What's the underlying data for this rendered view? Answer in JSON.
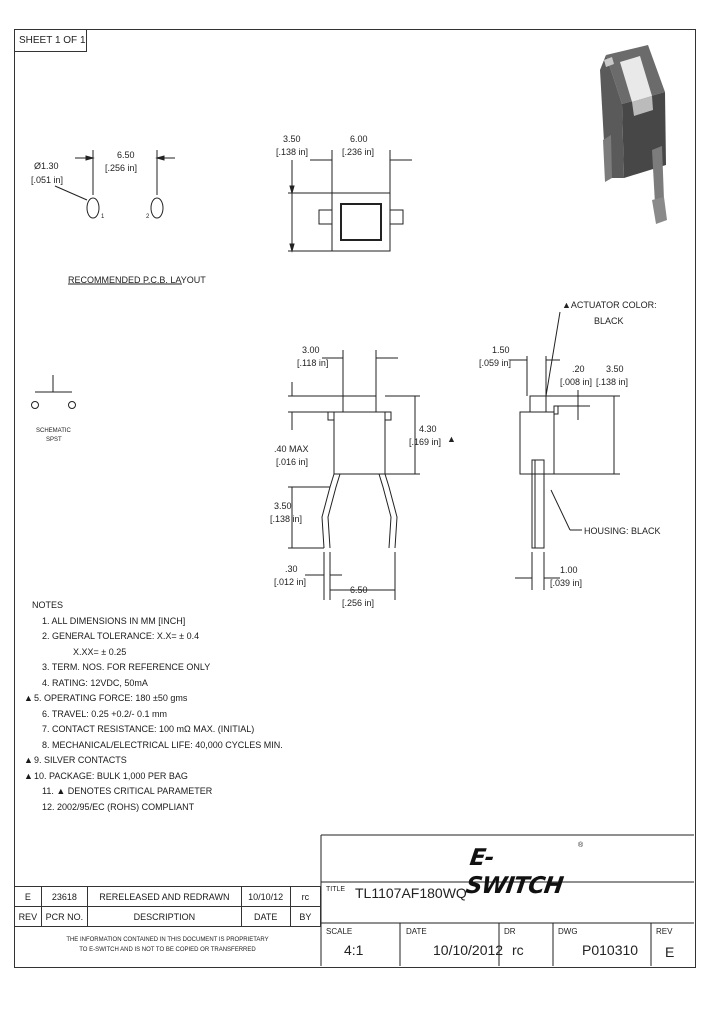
{
  "sheet_label": "SHEET 1 OF 1",
  "pcb": {
    "hole_dia_mm": "Ø1.30",
    "hole_dia_in": "[.051 in]",
    "pitch_mm": "6.50",
    "pitch_in": "[.256 in]",
    "pin1": "1",
    "pin2": "2",
    "caption": "RECOMMENDED P.C.B. LAYOUT"
  },
  "top_view": {
    "dim1_mm": "3.50",
    "dim1_in": "[.138 in]",
    "dim2_mm": "6.00",
    "dim2_in": "[.236 in]"
  },
  "schematic": {
    "label1": "SCHEMATIC",
    "label2": "SPST"
  },
  "front_view": {
    "w_mm": "3.00",
    "w_in": "[.118 in]",
    "maxh_mm": ".40 MAX",
    "maxh_in": "[.016 in]",
    "h_mm": "4.30",
    "h_in": "[.169 in]",
    "pin_mm": "3.50",
    "pin_in": "[.138 in]",
    "t_mm": ".30",
    "t_in": "[.012 in]",
    "pitch_mm": "6.50",
    "pitch_in": "[.256 in]"
  },
  "side_view": {
    "actuator_color_1": "ACTUATOR COLOR:",
    "actuator_color_2": "BLACK",
    "a_mm": "1.50",
    "a_in": "[.059 in]",
    "b_mm": ".20",
    "b_in": "[.008 in]",
    "c_mm": "3.50",
    "c_in": "[.138 in]",
    "housing": "HOUSING: BLACK",
    "d_mm": "1.00",
    "d_in": "[.039 in]"
  },
  "notes": {
    "title": "NOTES",
    "items": [
      {
        "num": "1.",
        "crit": false,
        "text": "ALL DIMENSIONS IN MM [INCH]"
      },
      {
        "num": "2.",
        "crit": false,
        "text": "GENERAL TOLERANCE: X.X= ± 0.4"
      },
      {
        "num": "",
        "crit": false,
        "text": "X.XX= ± 0.25"
      },
      {
        "num": "3.",
        "crit": false,
        "text": "TERM. NOS. FOR REFERENCE ONLY"
      },
      {
        "num": "4.",
        "crit": false,
        "text": "RATING: 12VDC, 50mA"
      },
      {
        "num": "5.",
        "crit": true,
        "text": "OPERATING FORCE: 180 ±50 gms"
      },
      {
        "num": "6.",
        "crit": false,
        "text": "TRAVEL: 0.25 +0.2/- 0.1 mm"
      },
      {
        "num": "7.",
        "crit": false,
        "text": "CONTACT RESISTANCE: 100 mΩ MAX. (INITIAL)"
      },
      {
        "num": "8.",
        "crit": false,
        "text": "MECHANICAL/ELECTRICAL LIFE: 40,000 CYCLES MIN."
      },
      {
        "num": "9.",
        "crit": true,
        "text": "SILVER CONTACTS"
      },
      {
        "num": "10.",
        "crit": true,
        "text": "PACKAGE: BULK 1,000 PER BAG"
      },
      {
        "num": "11.",
        "crit": false,
        "text": "▲ DENOTES CRITICAL PARAMETER"
      },
      {
        "num": "12.",
        "crit": false,
        "text": "2002/95/EC (ROHS) COMPLIANT"
      }
    ]
  },
  "revision": {
    "row": [
      "E",
      "23618",
      "RERELEASED AND REDRAWN",
      "10/10/12",
      "rc"
    ],
    "header": [
      "REV",
      "PCR NO.",
      "DESCRIPTION",
      "DATE",
      "BY"
    ],
    "notice_1": "THE INFORMATION CONTAINED IN THIS DOCUMENT IS PROPRIETARY",
    "notice_2": "TO E-SWITCH AND IS NOT TO BE COPIED OR TRANSFERRED"
  },
  "titleblock": {
    "logo": "E-SWITCH",
    "logo_mark": "®",
    "title_label": "TITLE",
    "title_value": "TL1107AF180WQ",
    "scale_label": "SCALE",
    "scale_value": "4:1",
    "date_label": "DATE",
    "date_value": "10/10/2012",
    "dr_label": "DR",
    "dr_value": "rc",
    "dwg_label": "DWG",
    "dwg_value": "P010310",
    "rev_label": "REV",
    "rev_value": "E"
  }
}
